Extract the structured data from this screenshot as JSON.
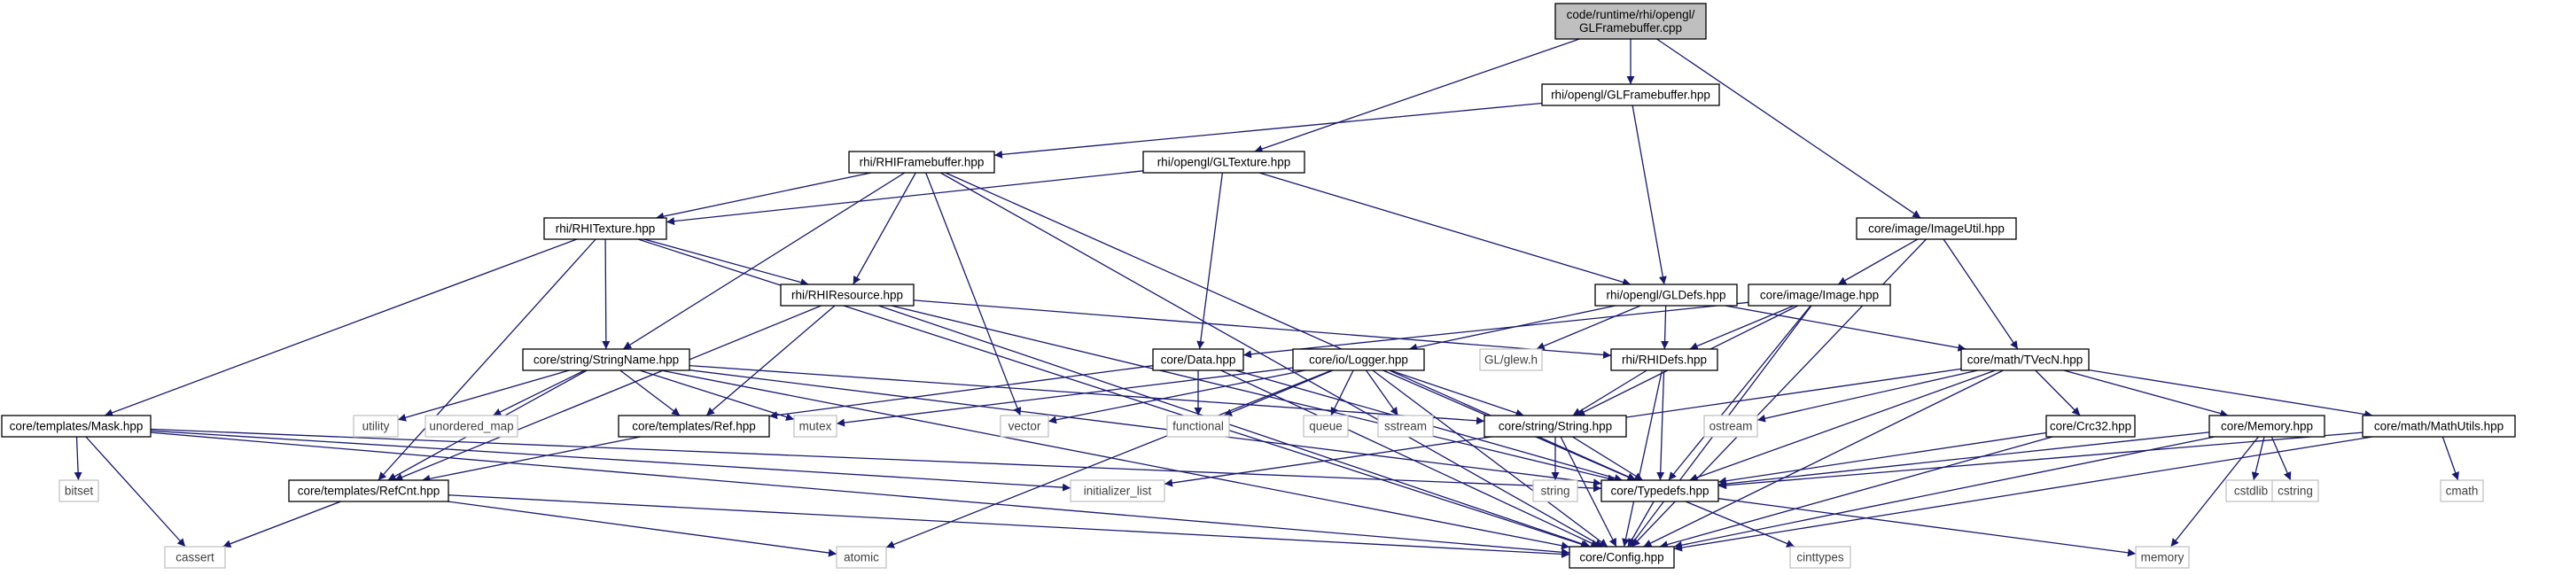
{
  "graph": {
    "edge_color": "#191970",
    "root_fill": "#bfbfbf",
    "nodes": [
      {
        "id": "root",
        "label": [
          "code/runtime/rhi/opengl/",
          "GLFramebuffer.cpp"
        ],
        "kind": "root"
      },
      {
        "id": "glfb_hpp",
        "label": [
          "rhi/opengl/GLFramebuffer.hpp"
        ],
        "kind": "header"
      },
      {
        "id": "rhifb",
        "label": [
          "rhi/RHIFramebuffer.hpp"
        ],
        "kind": "header"
      },
      {
        "id": "gltex",
        "label": [
          "rhi/opengl/GLTexture.hpp"
        ],
        "kind": "header"
      },
      {
        "id": "imgutil",
        "label": [
          "core/image/ImageUtil.hpp"
        ],
        "kind": "header"
      },
      {
        "id": "rhitex",
        "label": [
          "rhi/RHITexture.hpp"
        ],
        "kind": "header"
      },
      {
        "id": "rhires",
        "label": [
          "rhi/RHIResource.hpp"
        ],
        "kind": "header"
      },
      {
        "id": "gldefs",
        "label": [
          "rhi/opengl/GLDefs.hpp"
        ],
        "kind": "header"
      },
      {
        "id": "image",
        "label": [
          "core/image/Image.hpp"
        ],
        "kind": "header"
      },
      {
        "id": "strname",
        "label": [
          "core/string/StringName.hpp"
        ],
        "kind": "header"
      },
      {
        "id": "data",
        "label": [
          "core/Data.hpp"
        ],
        "kind": "header"
      },
      {
        "id": "logger",
        "label": [
          "core/io/Logger.hpp"
        ],
        "kind": "header"
      },
      {
        "id": "glew",
        "label": [
          "GL/glew.h"
        ],
        "kind": "system"
      },
      {
        "id": "rhidefs",
        "label": [
          "rhi/RHIDefs.hpp"
        ],
        "kind": "header"
      },
      {
        "id": "tvec",
        "label": [
          "core/math/TVecN.hpp"
        ],
        "kind": "header"
      },
      {
        "id": "mask",
        "label": [
          "core/templates/Mask.hpp"
        ],
        "kind": "header"
      },
      {
        "id": "utility",
        "label": [
          "utility"
        ],
        "kind": "system"
      },
      {
        "id": "umap",
        "label": [
          "unordered_map"
        ],
        "kind": "system"
      },
      {
        "id": "ref",
        "label": [
          "core/templates/Ref.hpp"
        ],
        "kind": "header"
      },
      {
        "id": "mutex",
        "label": [
          "mutex"
        ],
        "kind": "system"
      },
      {
        "id": "vector",
        "label": [
          "vector"
        ],
        "kind": "system"
      },
      {
        "id": "functional",
        "label": [
          "functional"
        ],
        "kind": "system"
      },
      {
        "id": "queue",
        "label": [
          "queue"
        ],
        "kind": "system"
      },
      {
        "id": "sstream",
        "label": [
          "sstream"
        ],
        "kind": "system"
      },
      {
        "id": "string_hpp",
        "label": [
          "core/string/String.hpp"
        ],
        "kind": "header"
      },
      {
        "id": "ostream",
        "label": [
          "ostream"
        ],
        "kind": "system"
      },
      {
        "id": "crc32",
        "label": [
          "core/Crc32.hpp"
        ],
        "kind": "header"
      },
      {
        "id": "memory_hpp",
        "label": [
          "core/Memory.hpp"
        ],
        "kind": "header"
      },
      {
        "id": "mathutils",
        "label": [
          "core/math/MathUtils.hpp"
        ],
        "kind": "header"
      },
      {
        "id": "bitset",
        "label": [
          "bitset"
        ],
        "kind": "system"
      },
      {
        "id": "refcnt",
        "label": [
          "core/templates/RefCnt.hpp"
        ],
        "kind": "header"
      },
      {
        "id": "initlist",
        "label": [
          "initializer_list"
        ],
        "kind": "system"
      },
      {
        "id": "typedefs",
        "label": [
          "core/Typedefs.hpp"
        ],
        "kind": "header"
      },
      {
        "id": "string_sys",
        "label": [
          "string"
        ],
        "kind": "system"
      },
      {
        "id": "cstdlib",
        "label": [
          "cstdlib"
        ],
        "kind": "system"
      },
      {
        "id": "cstring",
        "label": [
          "cstring"
        ],
        "kind": "system"
      },
      {
        "id": "cmath",
        "label": [
          "cmath"
        ],
        "kind": "system"
      },
      {
        "id": "cassert",
        "label": [
          "cassert"
        ],
        "kind": "system"
      },
      {
        "id": "atomic",
        "label": [
          "atomic"
        ],
        "kind": "system"
      },
      {
        "id": "config",
        "label": [
          "core/Config.hpp"
        ],
        "kind": "header"
      },
      {
        "id": "cinttypes",
        "label": [
          "cinttypes"
        ],
        "kind": "system"
      },
      {
        "id": "memory_sys",
        "label": [
          "memory"
        ],
        "kind": "system"
      }
    ],
    "edges": [
      [
        "root",
        "glfb_hpp"
      ],
      [
        "root",
        "gltex"
      ],
      [
        "root",
        "imgutil"
      ],
      [
        "glfb_hpp",
        "rhifb"
      ],
      [
        "glfb_hpp",
        "gldefs"
      ],
      [
        "rhifb",
        "rhitex"
      ],
      [
        "rhifb",
        "rhires"
      ],
      [
        "rhifb",
        "strname"
      ],
      [
        "rhifb",
        "vector"
      ],
      [
        "rhifb",
        "typedefs"
      ],
      [
        "rhifb",
        "config"
      ],
      [
        "gltex",
        "rhitex"
      ],
      [
        "gltex",
        "gldefs"
      ],
      [
        "gltex",
        "data"
      ],
      [
        "imgutil",
        "image"
      ],
      [
        "imgutil",
        "tvec"
      ],
      [
        "imgutil",
        "config"
      ],
      [
        "rhitex",
        "rhires"
      ],
      [
        "rhitex",
        "strname"
      ],
      [
        "rhitex",
        "mask"
      ],
      [
        "rhitex",
        "refcnt"
      ],
      [
        "rhitex",
        "config"
      ],
      [
        "rhires",
        "rhidefs"
      ],
      [
        "rhires",
        "ref"
      ],
      [
        "rhires",
        "refcnt"
      ],
      [
        "rhires",
        "typedefs"
      ],
      [
        "rhires",
        "config"
      ],
      [
        "gldefs",
        "logger"
      ],
      [
        "gldefs",
        "glew"
      ],
      [
        "gldefs",
        "rhidefs"
      ],
      [
        "gldefs",
        "tvec"
      ],
      [
        "image",
        "data"
      ],
      [
        "image",
        "rhidefs"
      ],
      [
        "image",
        "string_hpp"
      ],
      [
        "image",
        "typedefs"
      ],
      [
        "image",
        "config"
      ],
      [
        "strname",
        "utility"
      ],
      [
        "strname",
        "umap"
      ],
      [
        "strname",
        "ref"
      ],
      [
        "strname",
        "mutex"
      ],
      [
        "strname",
        "string_hpp"
      ],
      [
        "strname",
        "refcnt"
      ],
      [
        "strname",
        "typedefs"
      ],
      [
        "strname",
        "config"
      ],
      [
        "data",
        "ref"
      ],
      [
        "data",
        "functional"
      ],
      [
        "data",
        "typedefs"
      ],
      [
        "data",
        "config"
      ],
      [
        "logger",
        "mutex"
      ],
      [
        "logger",
        "vector"
      ],
      [
        "logger",
        "functional"
      ],
      [
        "logger",
        "queue"
      ],
      [
        "logger",
        "sstream"
      ],
      [
        "logger",
        "string_hpp"
      ],
      [
        "logger",
        "typedefs"
      ],
      [
        "logger",
        "atomic"
      ],
      [
        "logger",
        "config"
      ],
      [
        "rhidefs",
        "string_hpp"
      ],
      [
        "rhidefs",
        "typedefs"
      ],
      [
        "rhidefs",
        "config"
      ],
      [
        "tvec",
        "ostream"
      ],
      [
        "tvec",
        "crc32"
      ],
      [
        "tvec",
        "memory_hpp"
      ],
      [
        "tvec",
        "mathutils"
      ],
      [
        "tvec",
        "initlist"
      ],
      [
        "tvec",
        "typedefs"
      ],
      [
        "tvec",
        "config"
      ],
      [
        "mask",
        "bitset"
      ],
      [
        "mask",
        "initlist"
      ],
      [
        "mask",
        "typedefs"
      ],
      [
        "mask",
        "cassert"
      ],
      [
        "mask",
        "config"
      ],
      [
        "ref",
        "refcnt"
      ],
      [
        "string_hpp",
        "string_sys"
      ],
      [
        "string_hpp",
        "typedefs"
      ],
      [
        "string_hpp",
        "config"
      ],
      [
        "crc32",
        "typedefs"
      ],
      [
        "crc32",
        "config"
      ],
      [
        "memory_hpp",
        "cstdlib"
      ],
      [
        "memory_hpp",
        "cstring"
      ],
      [
        "memory_hpp",
        "typedefs"
      ],
      [
        "memory_hpp",
        "memory_sys"
      ],
      [
        "memory_hpp",
        "config"
      ],
      [
        "mathutils",
        "cmath"
      ],
      [
        "mathutils",
        "typedefs"
      ],
      [
        "mathutils",
        "config"
      ],
      [
        "refcnt",
        "cassert"
      ],
      [
        "refcnt",
        "atomic"
      ],
      [
        "refcnt",
        "config"
      ],
      [
        "typedefs",
        "cinttypes"
      ],
      [
        "typedefs",
        "memory_sys"
      ],
      [
        "typedefs",
        "config"
      ]
    ]
  }
}
